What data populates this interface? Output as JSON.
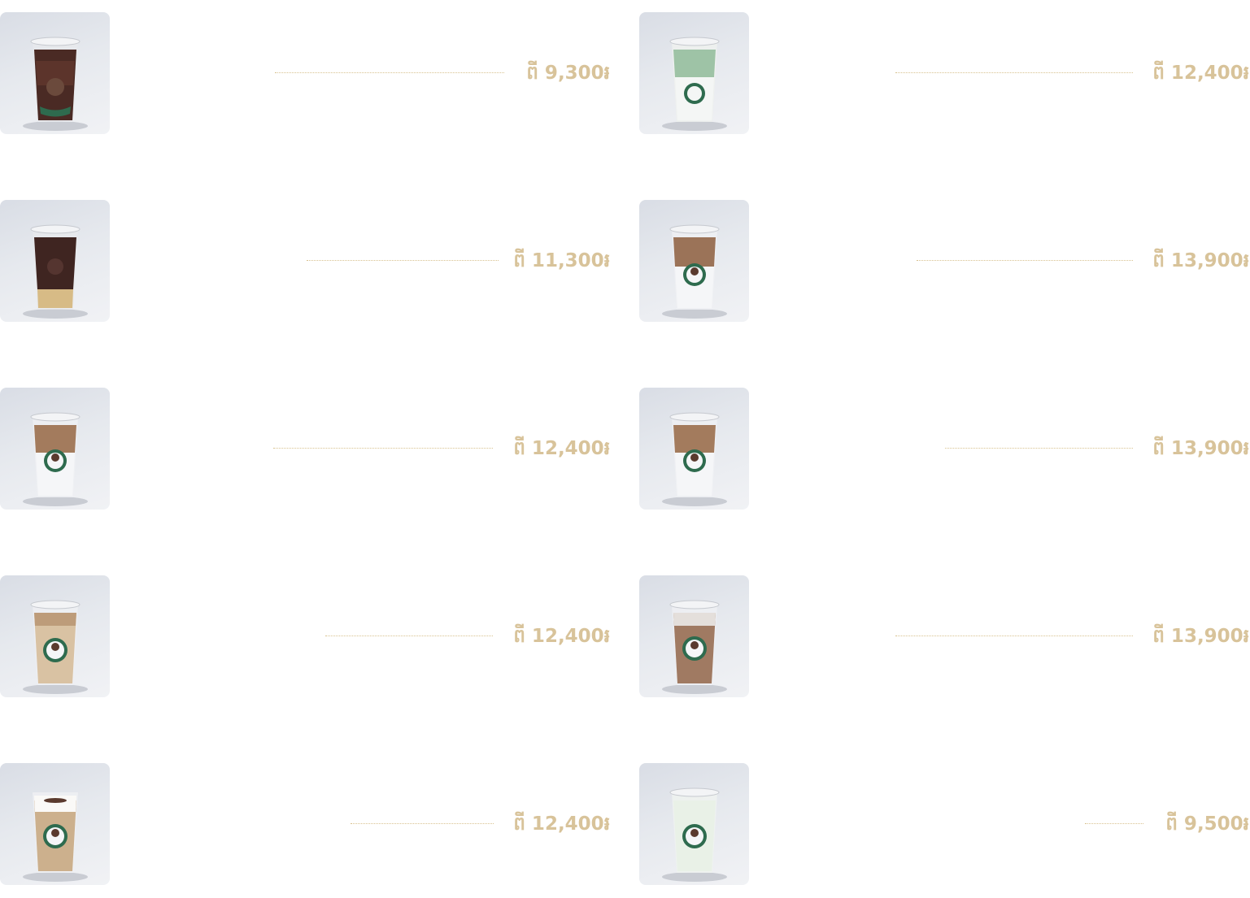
{
  "accent_color": "#d8c39a",
  "leader_color": "#d8c28f",
  "menu": {
    "items": [
      {
        "image": "iced-americano-cup",
        "price": "ពី 9,300៛"
      },
      {
        "image": "iced-matcha-latte-cup",
        "price": "ពី 12,400៛"
      },
      {
        "image": "iced-honey-americano-cup",
        "price": "ពី 11,300៛"
      },
      {
        "image": "iced-latte-cup",
        "price": "ពី 13,900៛"
      },
      {
        "image": "iced-latte-cup",
        "price": "ពី 12,400៛"
      },
      {
        "image": "iced-latte-cup",
        "price": "ពី 13,900៛"
      },
      {
        "image": "iced-cappuccino-cup",
        "price": "ពី 12,400៛"
      },
      {
        "image": "iced-mocha-cup",
        "price": "ពី 13,900៛"
      },
      {
        "image": "iced-foam-cappuccino-cup",
        "price": "ពី 12,400៛"
      },
      {
        "image": "iced-milk-cup",
        "price": "ពី 9,500៛"
      }
    ]
  }
}
